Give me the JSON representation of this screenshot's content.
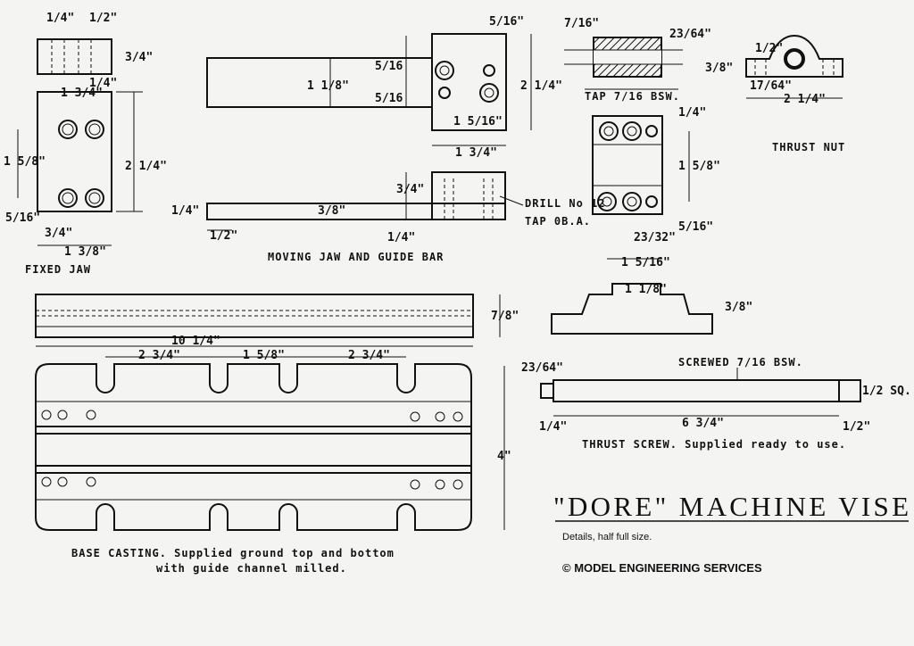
{
  "title": "\"DORE\" MACHINE VISE",
  "subtitle": "Details, half full size.",
  "publisher": "© MODEL ENGINEERING SERVICES",
  "fixed_jaw": {
    "label": "FIXED JAW",
    "dims": [
      "1/4\"",
      "1/2\"",
      "3/4\"",
      "1 3/4\"",
      "1/4\"",
      "1 5/8\"",
      "2 1/4\"",
      "5/16\"",
      "3/4\"",
      "1 3/8\""
    ]
  },
  "moving_jaw": {
    "label": "MOVING JAW AND GUIDE BAR",
    "dims": [
      "5/16\"",
      "5/16",
      "5/16",
      "1 1/8\"",
      "2 1/4\"",
      "1 5/16\"",
      "1 3/4\"",
      "3/4\"",
      "1/4\"",
      "3/8\"",
      "1/2\"",
      "1/4\""
    ],
    "drill": "DRILL No 12",
    "tap": "TAP 0B.A."
  },
  "base": {
    "label1": "BASE CASTING.  Supplied ground top and bottom",
    "label2": "with guide channel milled.",
    "dims": [
      "7/8\"",
      "10 1/4\"",
      "2 3/4\"",
      "1 5/8\"",
      "2 3/4\"",
      "4\""
    ]
  },
  "thrust_nut": {
    "label": "THRUST NUT",
    "tap": "TAP  7/16 BSW.",
    "dims": [
      "7/16\"",
      "23/64\"",
      "3/8\"",
      "1/2\"",
      "17/64\"",
      "2 1/4\"",
      "1/4\"",
      "1 5/8\"",
      "5/16\"",
      "23/32\"",
      "1 5/16\"",
      "1 1/8\"",
      "3/8\""
    ]
  },
  "thrust_screw": {
    "label": "THRUST SCREW.  Supplied ready to use.",
    "thread": "SCREWED 7/16 BSW.",
    "dims": [
      "23/64\"",
      "1/2 SQ.",
      "1/4\"",
      "6 3/4\"",
      "1/2\""
    ]
  }
}
